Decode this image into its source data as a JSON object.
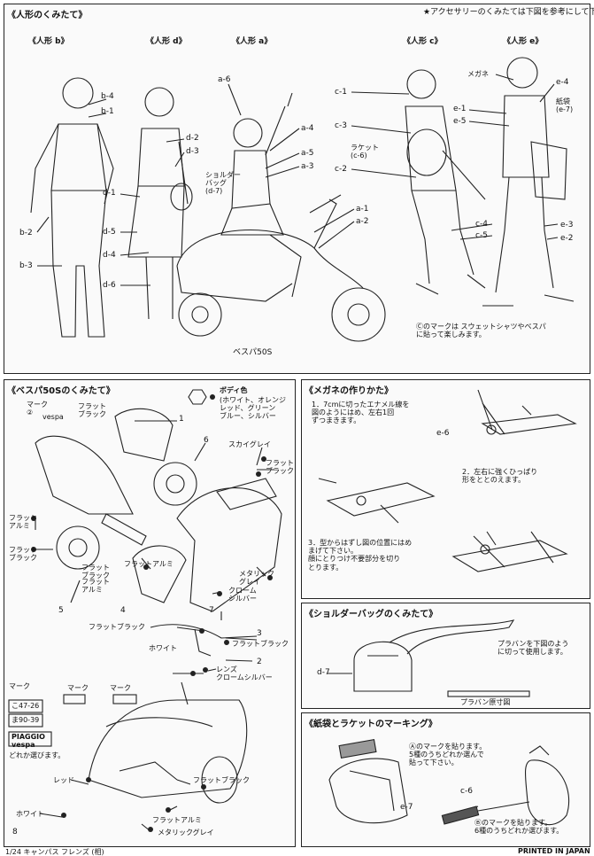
{
  "top": {
    "title": "《人形のくみたて》",
    "accessory_note": "★アクセサリーのくみたては下図を参考にして下さい。",
    "figures": {
      "b": "《人形 b》",
      "d": "《人形 d》",
      "a": "《人形 a》",
      "c": "《人形 c》",
      "e": "《人形 e》"
    },
    "parts_b": [
      "b-4",
      "b-1",
      "b-2",
      "b-3"
    ],
    "parts_d": [
      "d-2",
      "d-3",
      "d-1",
      "d-5",
      "d-4",
      "d-6"
    ],
    "parts_a": [
      "a-6",
      "a-4",
      "a-5",
      "a-3",
      "a-1",
      "a-2"
    ],
    "shoulder_bag": "ショルダー\nバッグ\n(d-7)",
    "parts_c": [
      "c-1",
      "c-3",
      "c-2",
      "c-4",
      "c-5"
    ],
    "racket": "ラケット\n(c-6)",
    "megane": "メガネ",
    "parts_e": [
      "e-4",
      "e-1",
      "e-5",
      "e-3",
      "e-2"
    ],
    "paper_bag": "紙袋\n(e-7)",
    "vespa_label": "ベスパ50S",
    "c_mark_note": "Ⓒのマークは スウェットシャツやベスパ\nに貼って楽しみます。"
  },
  "vespa": {
    "title": "《ベスパ50Sのくみたて》",
    "body_color_title": "ボディ色",
    "body_colors": "(ホワイト、オレンジ\nレッド、グリーン\nブルー、シルバー",
    "mark2": "マーク\n②",
    "vespa_word": "vespa",
    "flat_black": "フラット\nブラック",
    "sky_grey": "スカイグレイ",
    "flat_alumi": "フラット\nアルミ",
    "flat_alumi2": "フラットアルミ",
    "metallic_grey": "メタリック\nグレイ",
    "chrome_silver": "クローム\nシルバー",
    "part_nums": [
      "1",
      "2",
      "3",
      "4",
      "5",
      "6",
      "7",
      "8"
    ],
    "flat_black_line": "フラットブラック",
    "white": "ホワイト",
    "lens": "レンズ\nクロームシルバー",
    "mark_plate": "マーク",
    "plate1": "こ47-26",
    "plate2": "ま90-39",
    "piaggio": "PIAGGIO\nvespa",
    "choose": "どれか選びます。",
    "red": "レッド",
    "mark1": "マーク",
    "mark3": "マーク",
    "metallic_grey2": "メタリックグレイ",
    "flat_alumi3": "フラットアルミ"
  },
  "glasses": {
    "title": "《メガネの作りかた》",
    "step1": "1．7cmに切ったエナメル線を\n図のようにはめ、左右1回\nずつまきます。",
    "e6": "e-6",
    "step2": "2．左右に強くひっぱり\n形をととのえます。",
    "step3": "3．型からはずし図の位置にはめ\nまげて下さい。\n顔にとりつけ不要部分を切り\nとります。"
  },
  "bag": {
    "title": "《ショルダーバッグのくみたて》",
    "d7": "d-7",
    "note": "プラバンを下図のよう\nに切って使用します。",
    "pattern": "プラバン原寸図"
  },
  "marking": {
    "title": "《紙袋とラケットのマーキング》",
    "a_note": "Ⓐのマークを貼ります。\n5種のうちどれか選んで\n貼って下さい。",
    "e7": "e-7",
    "c6": "c-6",
    "b_note": "Ⓑのマークを貼ります。\n6種のうちどれか選びます。"
  },
  "footer": {
    "left": "1/24 キャンパス フレンズ (相)",
    "right": "PRINTED IN JAPAN"
  }
}
